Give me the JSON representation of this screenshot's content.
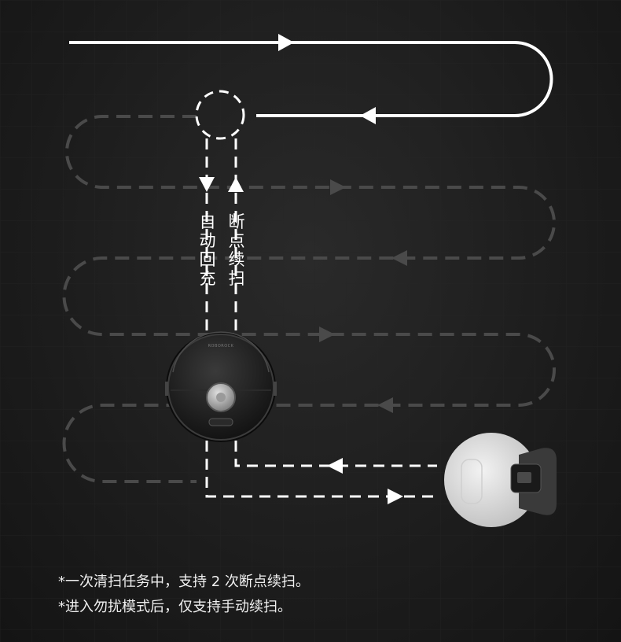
{
  "labels": {
    "auto_return": "自动回充",
    "resume_cleaning": "断点续扫"
  },
  "footnotes": [
    "*一次清扫任务中，支持 2 次断点续扫。",
    "*进入勿扰模式后，仅支持手动续扫。"
  ],
  "robot": {
    "brand_mark": "ROBOROCK"
  },
  "colors": {
    "background": "#1c1c1c",
    "path_solid": "#ffffff",
    "path_dashed_faint": "#4a4a4a",
    "text": "#f0f0f0"
  }
}
